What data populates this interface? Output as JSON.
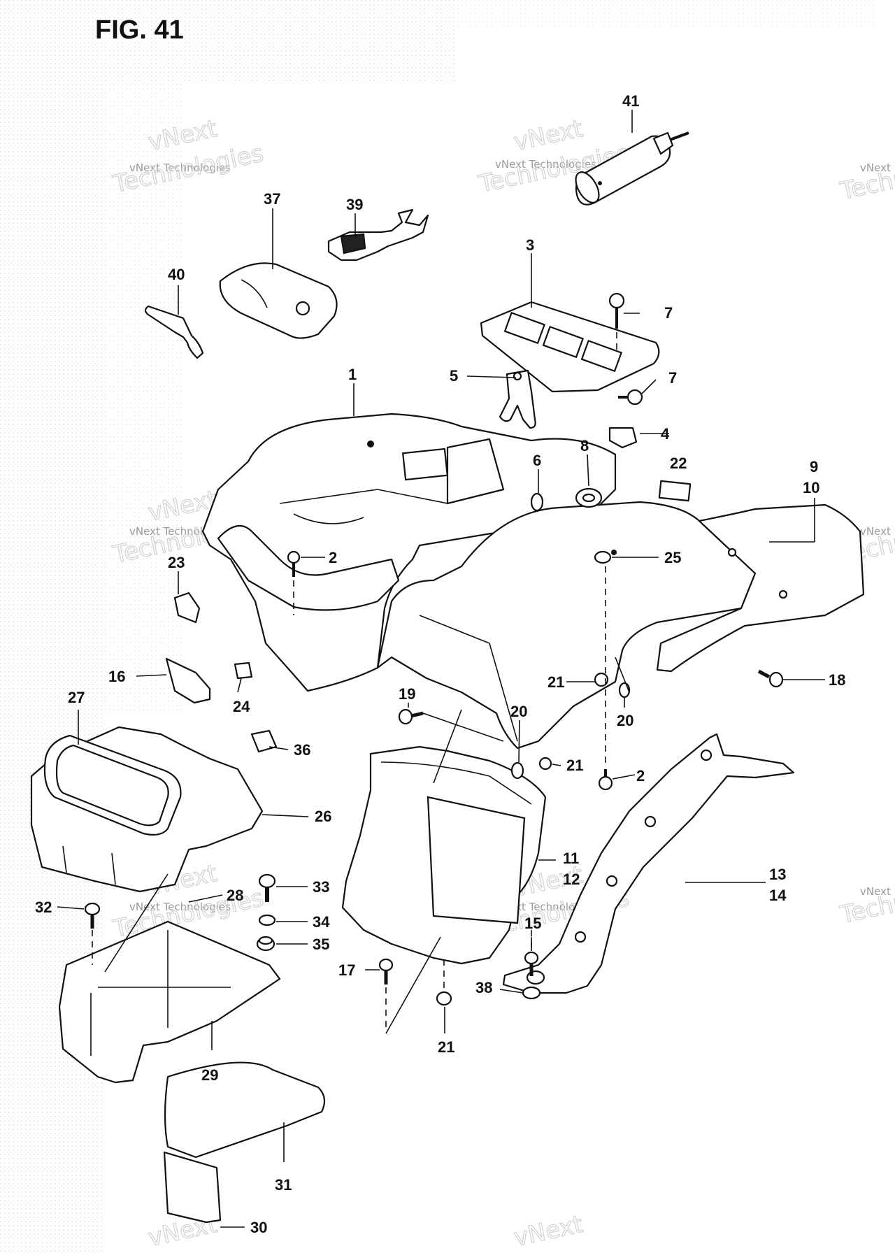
{
  "figure_title": "FIG. 41",
  "watermark": {
    "small": "vNext Technologies",
    "line1": "vNext",
    "line2": "Technologies"
  },
  "callouts": {
    "c1": "1",
    "c2a": "2",
    "c2b": "2",
    "c3": "3",
    "c4": "4",
    "c5": "5",
    "c6": "6",
    "c7a": "7",
    "c7b": "7",
    "c8": "8",
    "c9": "9",
    "c10": "10",
    "c11": "11",
    "c12": "12",
    "c13": "13",
    "c14": "14",
    "c15": "15",
    "c16": "16",
    "c17": "17",
    "c18": "18",
    "c19": "19",
    "c20a": "20",
    "c20b": "20",
    "c21a": "21",
    "c21b": "21",
    "c21c": "21",
    "c22": "22",
    "c23": "23",
    "c24": "24",
    "c25": "25",
    "c26": "26",
    "c27": "27",
    "c28": "28",
    "c29": "29",
    "c30": "30",
    "c31": "31",
    "c32": "32",
    "c33": "33",
    "c34": "34",
    "c35": "35",
    "c36": "36",
    "c37": "37",
    "c38": "38",
    "c39": "39",
    "c40": "40",
    "c41": "41"
  }
}
